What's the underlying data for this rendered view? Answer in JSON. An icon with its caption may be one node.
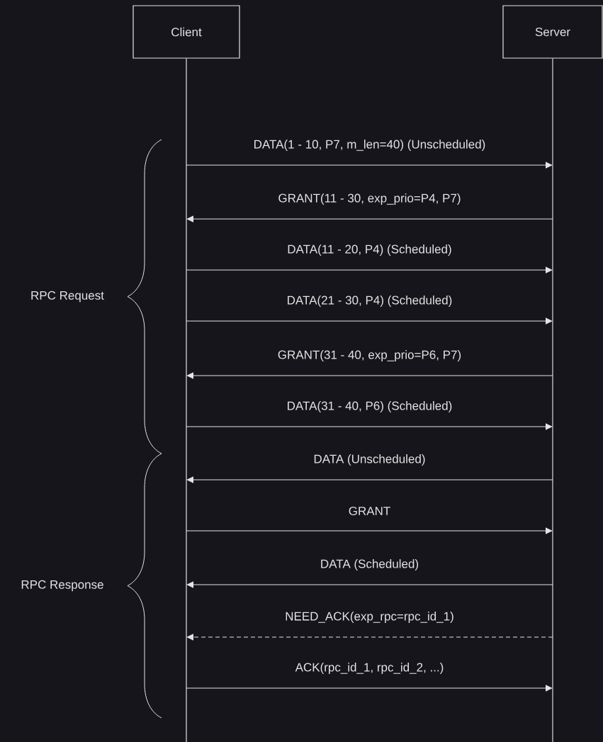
{
  "diagram": {
    "nodes": [
      {
        "text": [
          "Client"
        ]
      },
      {
        "text": [
          "Server"
        ]
      }
    ],
    "edges": [
      {
        "from": 0,
        "to": 1,
        "arrow": "to",
        "label": "DATA(1 - 10, P7, m_len=40) (Unscheduled)"
      },
      {
        "from": 1,
        "to": 0,
        "arrow": "to",
        "label": "GRANT(11 - 30, exp_prio=P4, P7)"
      },
      {
        "from": 0,
        "to": 1,
        "arrow": "to",
        "label": "DATA(11 - 20, P4) (Scheduled)"
      },
      {
        "from": 0,
        "to": 1,
        "arrow": "to",
        "label": "DATA(21 - 30, P4) (Scheduled)"
      },
      {
        "from": 1,
        "to": 0,
        "arrow": "to",
        "label": "GRANT(31 - 40, exp_prio=P6, P7)"
      },
      {
        "from": 0,
        "to": 1,
        "arrow": "to",
        "label": "DATA(31 - 40, P6) (Scheduled)"
      },
      {
        "from": 1,
        "to": 0,
        "arrow": "to",
        "label": "DATA (Unscheduled)"
      },
      {
        "from": 0,
        "to": 1,
        "arrow": "to",
        "label": "GRANT"
      },
      {
        "from": 1,
        "to": 0,
        "arrow": "to",
        "label": "DATA (Scheduled)"
      },
      {
        "from": 1,
        "to": 0,
        "arrow": "to",
        "label": "NEED_ACK(exp_rpc=rpc_id_1)",
        "style": "dashed"
      },
      {
        "from": 0,
        "to": 1,
        "arrow": "to",
        "label": "ACK(rpc_id_1, rpc_id_2, ...)"
      }
    ],
    "labels": [
      "RPC Request",
      "RPC Response"
    ]
  }
}
